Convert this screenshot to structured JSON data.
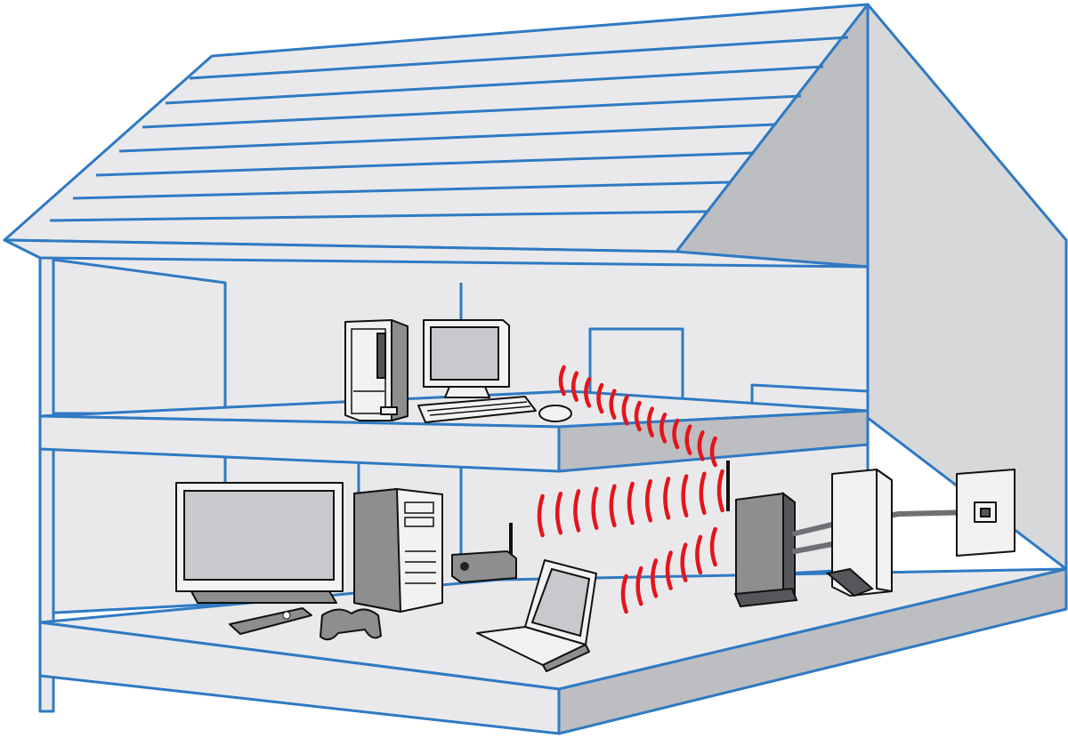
{
  "colors": {
    "outline": "#2f7ac2",
    "wall_fill": "#e9e9eb",
    "signal": "#e3151b",
    "device_outline": "#111111"
  },
  "components": {
    "upper_floor": [
      "desktop-tower",
      "crt-monitor",
      "keyboard",
      "mouse"
    ],
    "ground_floor": [
      "flat-tv",
      "desktop-tower",
      "media-player",
      "remote-control",
      "game-controller",
      "laptop",
      "wireless-router",
      "modem",
      "phone-wall-socket"
    ]
  },
  "signal_groups": [
    {
      "id": "to-upper-pc",
      "arcs": 13
    },
    {
      "id": "to-media-player",
      "arcs": 11
    },
    {
      "id": "to-laptop",
      "arcs": 7
    }
  ]
}
